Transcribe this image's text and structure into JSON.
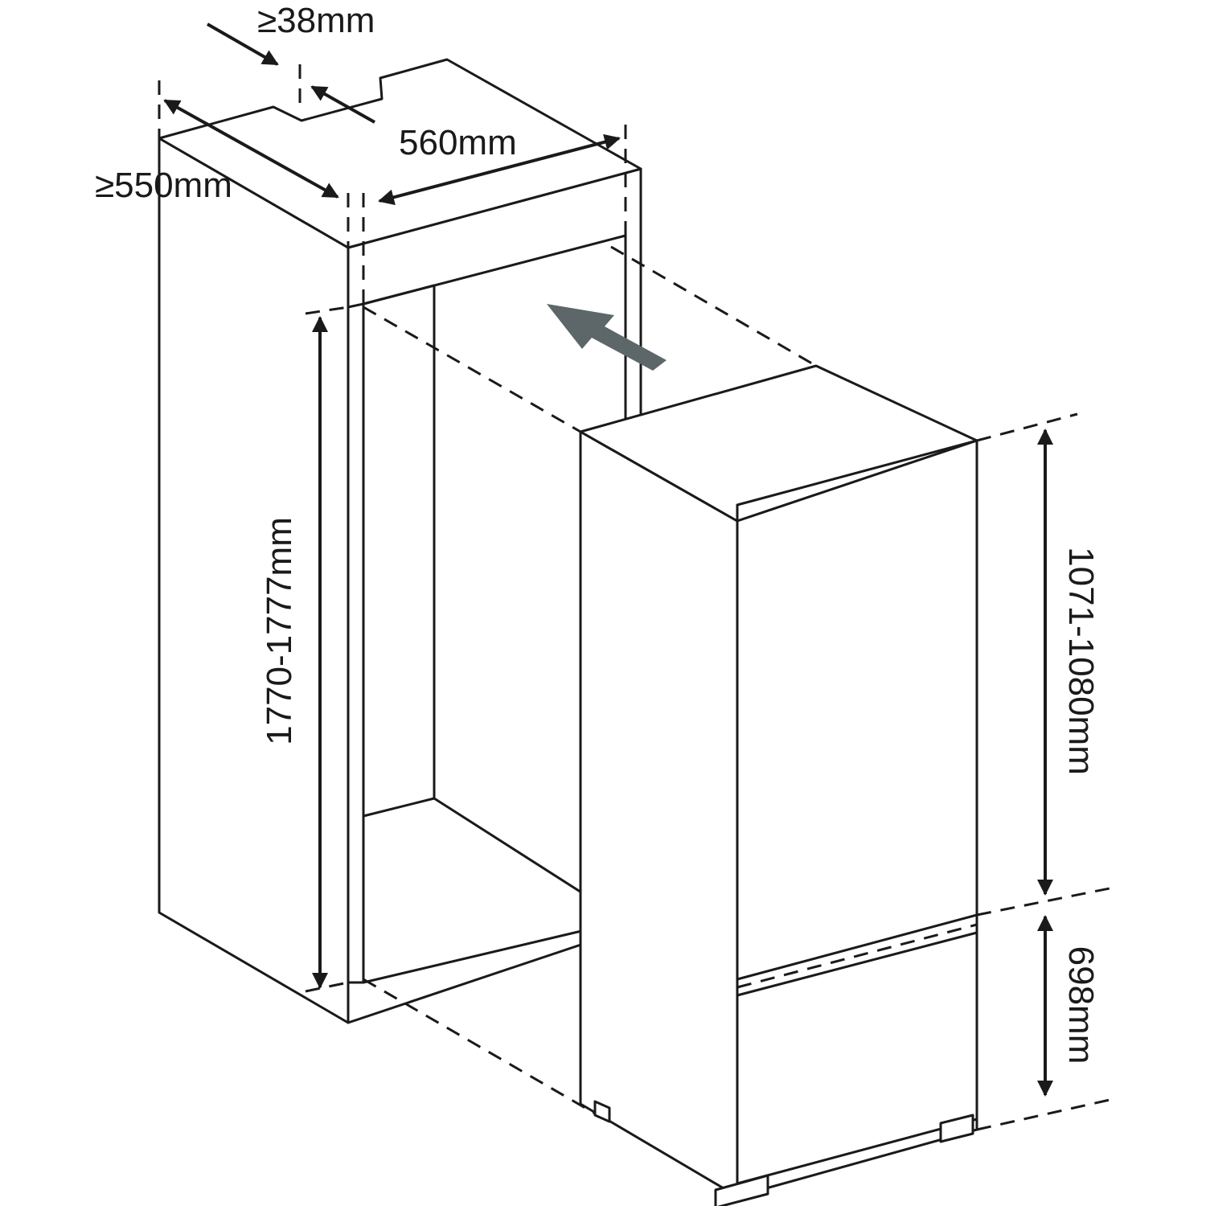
{
  "dimensions": {
    "top_gap": "≥38mm",
    "cabinet_depth": "≥550mm",
    "niche_width": "560mm",
    "niche_height": "1770-1777mm",
    "upper_door_height": "1071-1080mm",
    "lower_door_height": "698mm"
  },
  "colors": {
    "line": "#1a1a1a",
    "insert_arrow": "#5d6668",
    "background": "#ffffff"
  },
  "icons": {
    "insert_direction": "arrow-icon"
  }
}
